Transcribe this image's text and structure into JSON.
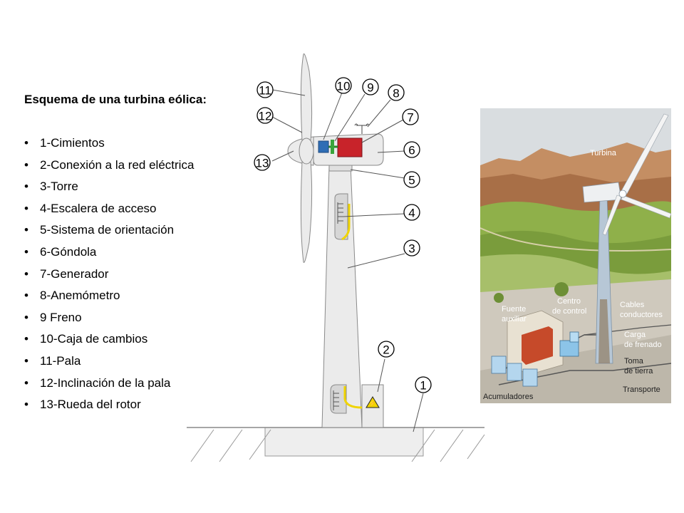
{
  "legend": {
    "title": "Esquema de una turbina eólica:",
    "items": [
      "1-Cimientos",
      "2-Conexión a la red eléctrica",
      "3-Torre",
      "4-Escalera de acceso",
      "5-Sistema de orientación",
      "6-Góndola",
      "7-Generador",
      "8-Anemómetro",
      "9 Freno",
      "10-Caja de cambios",
      "11-Pala",
      "12-Inclinación de la pala",
      "13-Rueda del rotor"
    ]
  },
  "callouts": [
    "1",
    "2",
    "3",
    "4",
    "5",
    "6",
    "7",
    "8",
    "9",
    "10",
    "11",
    "12",
    "13"
  ],
  "photo_labels": {
    "turbina": "Turbina",
    "cables_1": "Cables",
    "cables_2": "conductores",
    "centro_1": "Centro",
    "centro_2": "de control",
    "fuente_1": "Fuente",
    "fuente_2": "auxiliar",
    "carga_1": "Carga",
    "carga_2": "de frenado",
    "toma_1": "Toma",
    "toma_2": "de tierra",
    "transporte": "Transporte",
    "acumuladores": "Acumuladores"
  },
  "colors": {
    "generator": "#c8232a",
    "gearbox": "#2f6db5",
    "ladder": "#f0d400",
    "tower": "#ebebeb",
    "outline": "#777777"
  }
}
